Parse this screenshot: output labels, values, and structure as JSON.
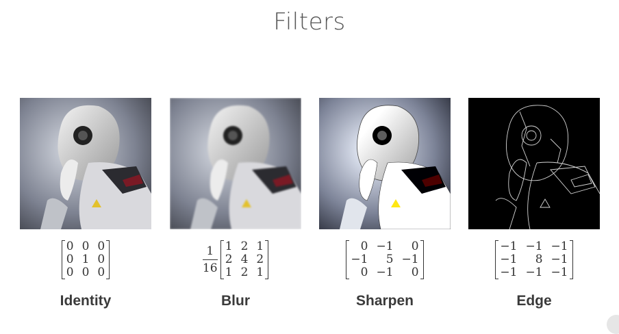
{
  "title": "Filters",
  "filters": [
    {
      "label": "Identity",
      "scale": null,
      "matrix": [
        [
          "0",
          "0",
          "0"
        ],
        [
          "0",
          "1",
          "0"
        ],
        [
          "0",
          "0",
          "0"
        ]
      ]
    },
    {
      "label": "Blur",
      "scale": {
        "num": "1",
        "den": "16"
      },
      "matrix": [
        [
          "1",
          "2",
          "1"
        ],
        [
          "2",
          "4",
          "2"
        ],
        [
          "1",
          "2",
          "1"
        ]
      ]
    },
    {
      "label": "Sharpen",
      "scale": null,
      "matrix": [
        [
          "0",
          "−1",
          "0"
        ],
        [
          "−1",
          "5",
          "−1"
        ],
        [
          "0",
          "−1",
          "0"
        ]
      ]
    },
    {
      "label": "Edge",
      "scale": null,
      "matrix": [
        [
          "−1",
          "−1",
          "−1"
        ],
        [
          "−1",
          "8",
          "−1"
        ],
        [
          "−1",
          "−1",
          "−1"
        ]
      ]
    }
  ]
}
